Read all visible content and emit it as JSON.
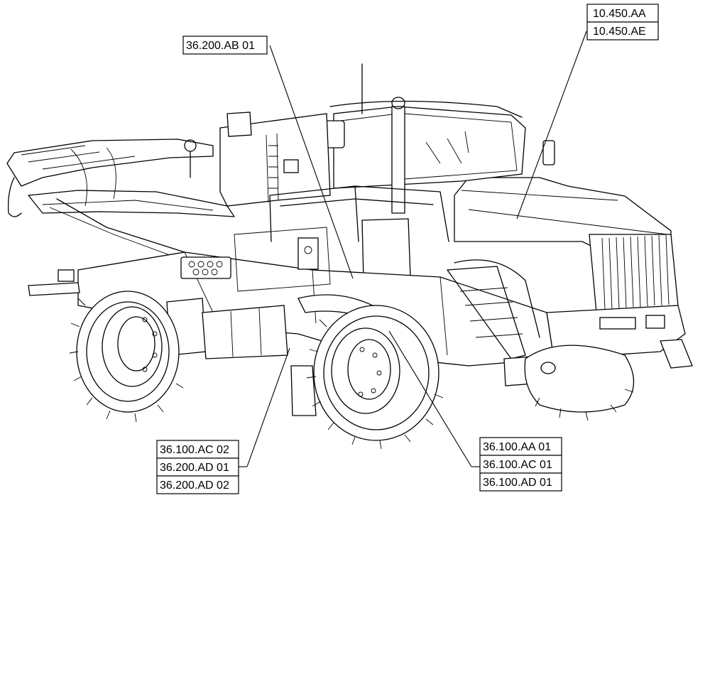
{
  "callouts": {
    "top_right": [
      "10.450.AA",
      "10.450.AE"
    ],
    "top_left": [
      "36.200.AB 01"
    ],
    "bottom_left": [
      "36.100.AC 02",
      "36.200.AD 01",
      "36.200.AD 02"
    ],
    "bottom_right": [
      "36.100.AA 01",
      "36.100.AC 01",
      "36.100.AD 01"
    ]
  }
}
